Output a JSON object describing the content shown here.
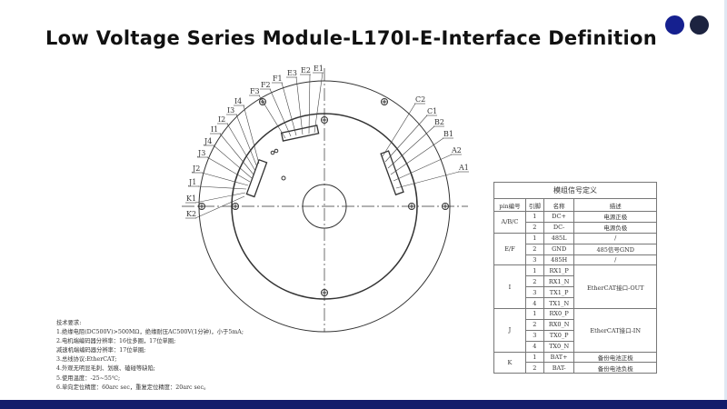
{
  "title": "Low Voltage Series Module-L170I-E-Interface Definition",
  "colors": {
    "dot1": "#15208f",
    "dot2": "#1c2340",
    "bottom_bar": "#131c6b"
  },
  "diagram_labels": [
    "E1",
    "E2",
    "E3",
    "F1",
    "F2",
    "F3",
    "I4",
    "I3",
    "I2",
    "I1",
    "J4",
    "J3",
    "J2",
    "J1",
    "K1",
    "K2",
    "C2",
    "C1",
    "B2",
    "B1",
    "A2",
    "A1"
  ],
  "requirements": [
    "技术要求:",
    "1.绝缘电阻(DC500V)>500MΩ，绝缘耐压AC500V(1分钟)，小于5mA;",
    "2.电机端编码器分辨率：16位多圈，17位单圈;",
    "减速机端编码器分辨率：17位单圈;",
    "3.总线协议:EtherCAT;",
    "4.外观无明显毛刺、划痕、磕碰等缺陷;",
    "5.使用温度：-25~55℃;",
    "6.单向定位精度：60arc sec，重复定位精度：20arc sec。"
  ],
  "table": {
    "caption": "模组信号定义",
    "headers": [
      "pin编号",
      "引脚",
      "名称",
      "描述"
    ],
    "groups": [
      {
        "pin": "A/B/C",
        "rows": [
          [
            "1",
            "DC+",
            "电源正极"
          ],
          [
            "2",
            "DC-",
            "电源负极"
          ]
        ]
      },
      {
        "pin": "E/F",
        "rows": [
          [
            "1",
            "485L",
            "/"
          ],
          [
            "2",
            "GND",
            "485信号GND"
          ],
          [
            "3",
            "485H",
            "/"
          ]
        ]
      },
      {
        "pin": "I",
        "desc": "EtherCAT接口-OUT",
        "rows": [
          [
            "1",
            "RX1_P"
          ],
          [
            "2",
            "RX1_N"
          ],
          [
            "3",
            "TX1_P"
          ],
          [
            "4",
            "TX1_N"
          ]
        ]
      },
      {
        "pin": "J",
        "desc": "EtherCAT接口-IN",
        "rows": [
          [
            "1",
            "RX0_P"
          ],
          [
            "2",
            "RX0_N"
          ],
          [
            "3",
            "TX0_P"
          ],
          [
            "4",
            "TX0_N"
          ]
        ]
      },
      {
        "pin": "K",
        "rows": [
          [
            "1",
            "BAT+",
            "备份电池正极"
          ],
          [
            "2",
            "BAT-",
            "备份电池负极"
          ]
        ]
      }
    ]
  }
}
